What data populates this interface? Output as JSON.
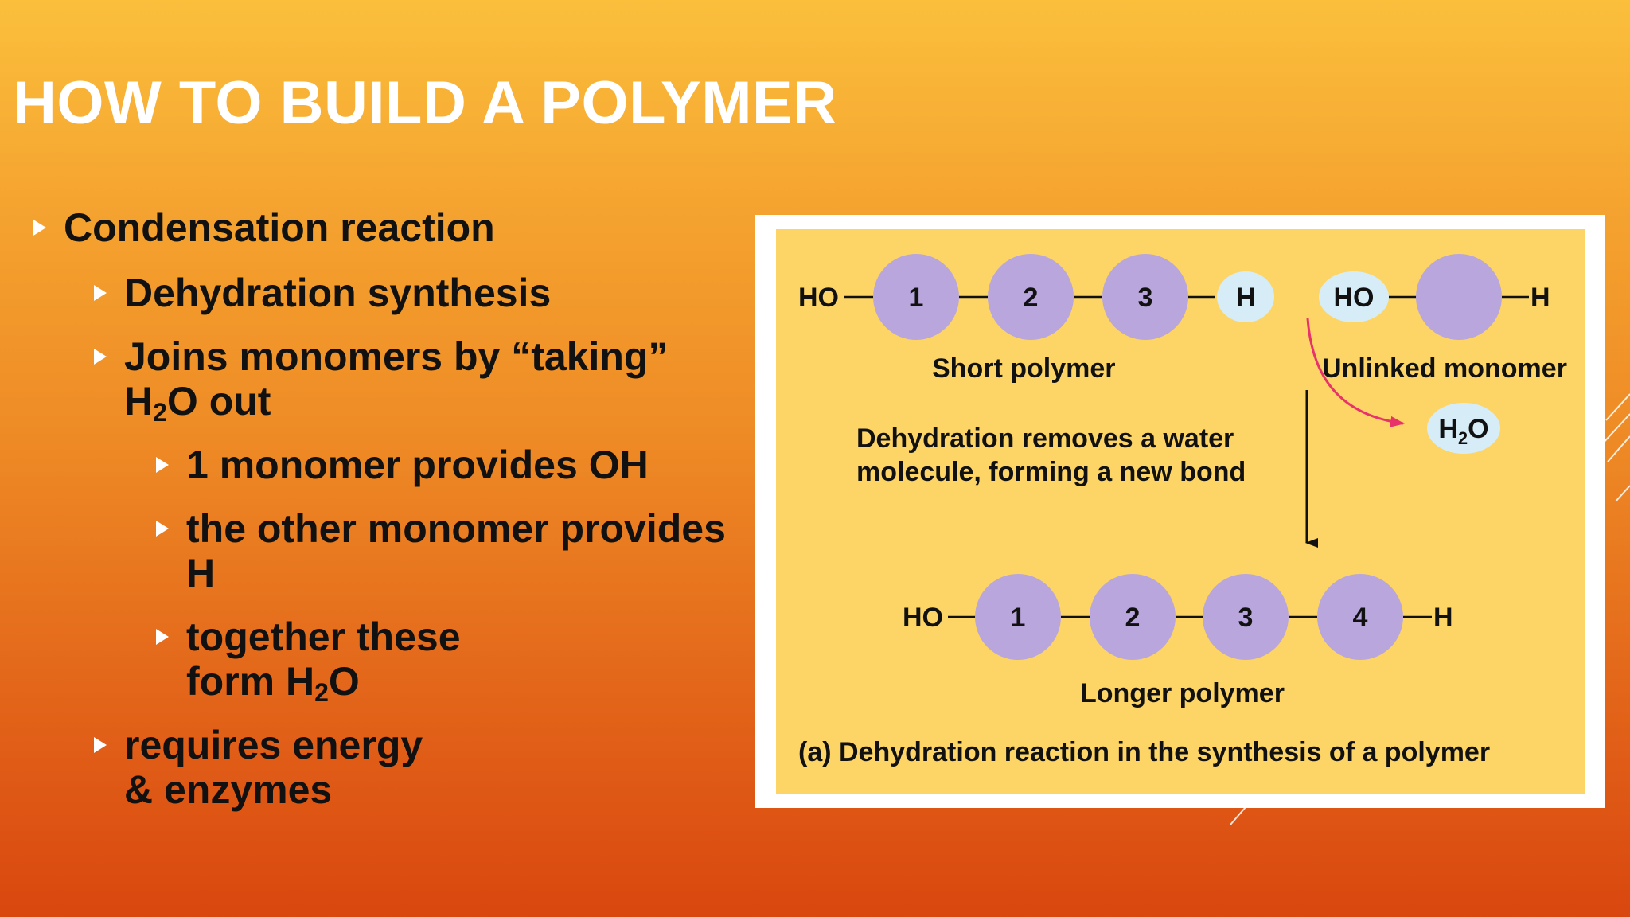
{
  "slide": {
    "title": "HOW TO BUILD A POLYMER"
  },
  "bullets": {
    "b1": "Condensation reaction",
    "b2": "Dehydration synthesis",
    "b3_line1": "Joins monomers by “taking”",
    "b3_h": "H",
    "b3_sub": "2",
    "b3_rest": "O out",
    "b4": "1 monomer provides OH",
    "b5_line1": "the other monomer provides",
    "b5_line2": "H",
    "b6_line1": "together these",
    "b6_pre": "form H",
    "b6_sub": "2",
    "b6_post": "O",
    "b7_line1": "requires energy",
    "b7_line2": "& enzymes"
  },
  "figure": {
    "colors": {
      "monomer": "#b9a6dc",
      "terminal": "#d6ecf7",
      "panel": "#fcd566",
      "arrow_red": "#e8336a"
    },
    "ho": "HO",
    "h": "H",
    "short_nums": [
      "1",
      "2",
      "3"
    ],
    "short_label": "Short polymer",
    "unlinked_label": "Unlinked monomer",
    "water_h": "H",
    "water_sub": "2",
    "water_o": "O",
    "removes_line1": "Dehydration removes a water",
    "removes_line2": "molecule, forming a new bond",
    "long_nums": [
      "1",
      "2",
      "3",
      "4"
    ],
    "long_label": "Longer polymer",
    "caption": "(a) Dehydration reaction in the synthesis of a polymer"
  }
}
